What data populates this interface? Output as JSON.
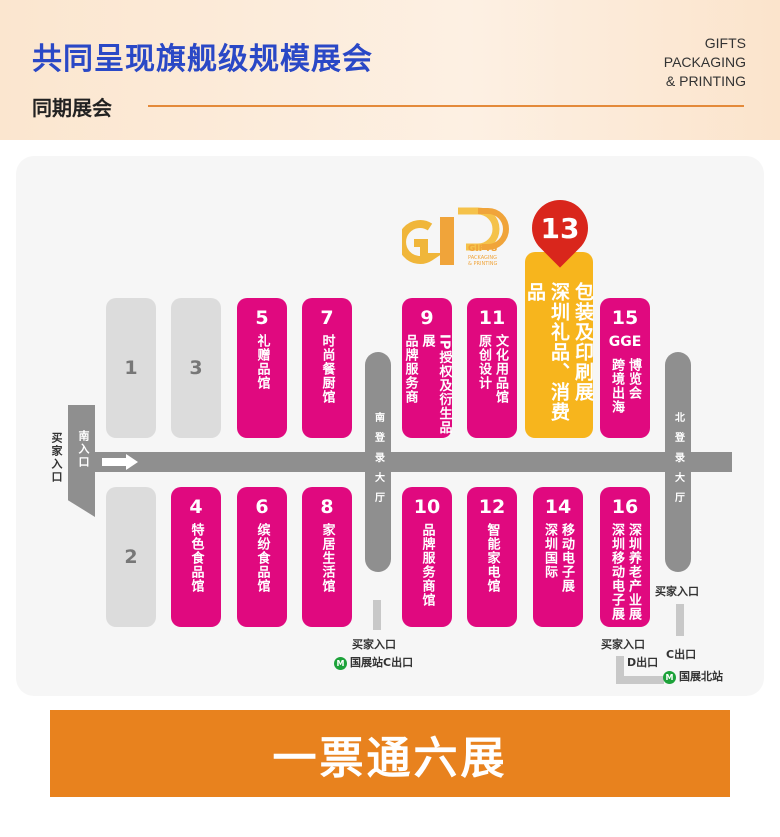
{
  "header": {
    "title": "共同呈现旗舰级规模展会",
    "subtitle": "同期展会",
    "brand": [
      "GIFTS",
      "PACKAGING",
      "& PRINTING"
    ]
  },
  "map": {
    "logo_text": [
      "GIFTS",
      "PACKAGING",
      "& PRINTING"
    ],
    "featured_hall": "13",
    "south_entrance": "南入口",
    "buyer_entrance": "买家入口",
    "south_lobby": "南登录大厅",
    "north_lobby": "北登录大厅",
    "south_metro": "国展站C出口",
    "north_metro": "国展北站",
    "exit_c": "C出口",
    "exit_d": "D出口",
    "halls_top": [
      {
        "num": "1",
        "lines": [],
        "grey": true
      },
      {
        "num": "3",
        "lines": [],
        "grey": true
      },
      {
        "num": "5",
        "lines": [
          "礼赠品馆"
        ]
      },
      {
        "num": "7",
        "lines": [
          "时尚餐厨馆"
        ]
      },
      {
        "num": "9",
        "lines": [
          "IP授权及衍生品展",
          "品牌服务商"
        ]
      },
      {
        "num": "11",
        "lines": [
          "文化用品馆",
          "原创设计"
        ]
      },
      {
        "num": "",
        "lines": [
          "包装及印刷展",
          "深圳礼品、消费品"
        ]
      },
      {
        "num": "15",
        "top": "GGE",
        "lines": [
          "博览会",
          "跨境出海"
        ]
      }
    ],
    "halls_bottom": [
      {
        "num": "2",
        "lines": [],
        "grey": true
      },
      {
        "num": "4",
        "lines": [
          "特色食品馆"
        ]
      },
      {
        "num": "6",
        "lines": [
          "缤纷食品馆"
        ]
      },
      {
        "num": "8",
        "lines": [
          "家居生活馆"
        ]
      },
      {
        "num": "10",
        "lines": [
          "品牌服务商馆"
        ]
      },
      {
        "num": "12",
        "lines": [
          "智能家电馆"
        ]
      },
      {
        "num": "14",
        "lines": [
          "移动电子展",
          "深圳国际"
        ]
      },
      {
        "num": "16",
        "lines": [
          "深圳养老产业展",
          "深圳移动电子展"
        ]
      }
    ]
  },
  "banner": "一票通六展"
}
